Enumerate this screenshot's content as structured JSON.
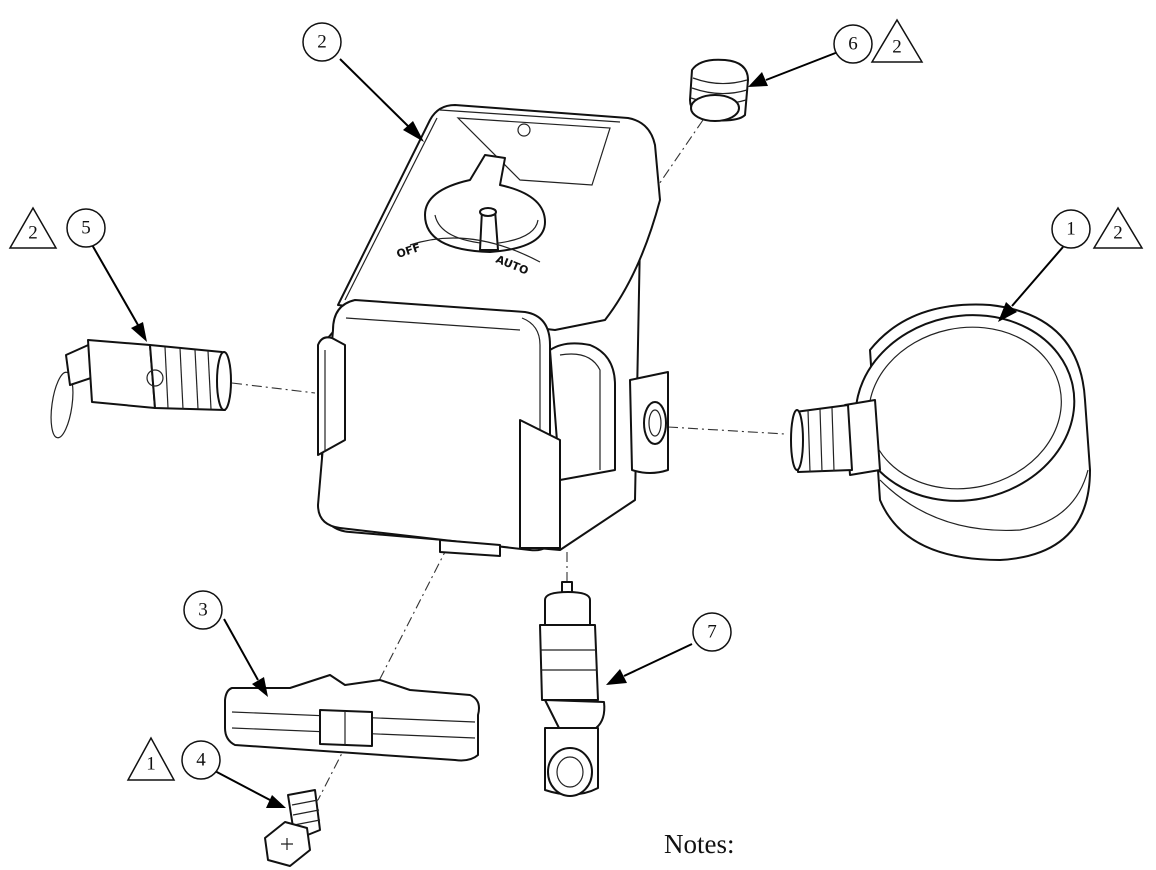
{
  "callouts": {
    "c1": "1",
    "c2": "2",
    "c3": "3",
    "c4": "4",
    "c5": "5",
    "c6": "6",
    "c7": "7"
  },
  "triangles": {
    "t1": "2",
    "t6": "2",
    "t5": "2",
    "t4": "1"
  },
  "dial": {
    "left_label": "OFF",
    "right_label": "AUTO"
  },
  "notes_label": "Notes:"
}
